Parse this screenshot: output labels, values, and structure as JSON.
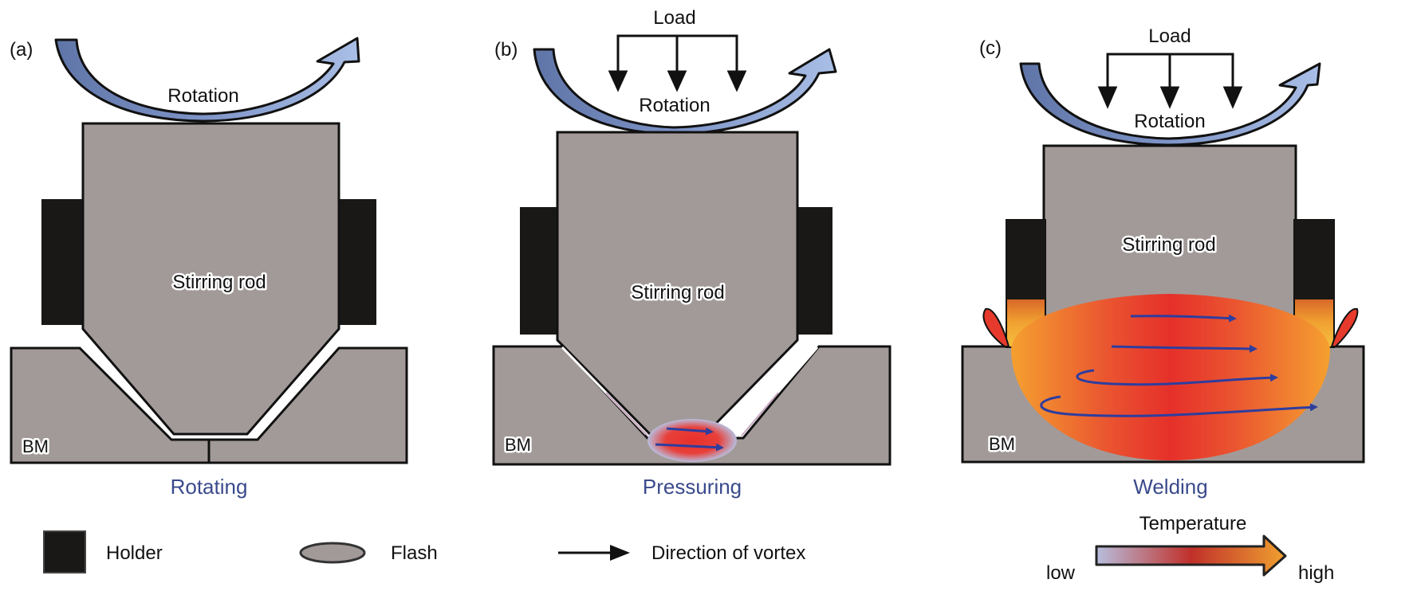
{
  "figure": {
    "panels": [
      {
        "id": "a",
        "tag": "(a)",
        "rotation_label": "Rotation",
        "rod_label": "Stirring rod",
        "bm_label": "BM",
        "stage_label": "Rotating",
        "has_load": false
      },
      {
        "id": "b",
        "tag": "(b)",
        "load_label": "Load",
        "rotation_label": "Rotation",
        "rod_label": "Stirring rod",
        "bm_label": "BM",
        "stage_label": "Pressuring",
        "has_load": true
      },
      {
        "id": "c",
        "tag": "(c)",
        "load_label": "Load",
        "rotation_label": "Rotation",
        "rod_label": "Stirring rod",
        "bm_label": "BM",
        "stage_label": "Welding",
        "has_load": true
      }
    ],
    "legend": {
      "holder": "Holder",
      "flash": "Flash",
      "vortex": "Direction of vortex",
      "temperature_title": "Temperature",
      "temperature_low": "low",
      "temperature_high": "high"
    },
    "colors": {
      "rod_fill": "#a29a98",
      "holder_fill": "#1a1817",
      "stage_text": "#3a4a8c",
      "vortex_arrow": "#2e3d9e",
      "rotation_arrow_light": "#a8bce0",
      "rotation_arrow_dark": "#5a6fa0",
      "temp_low": "#b8bede",
      "temp_mid": "#c0302a",
      "temp_high": "#f0a030"
    }
  }
}
